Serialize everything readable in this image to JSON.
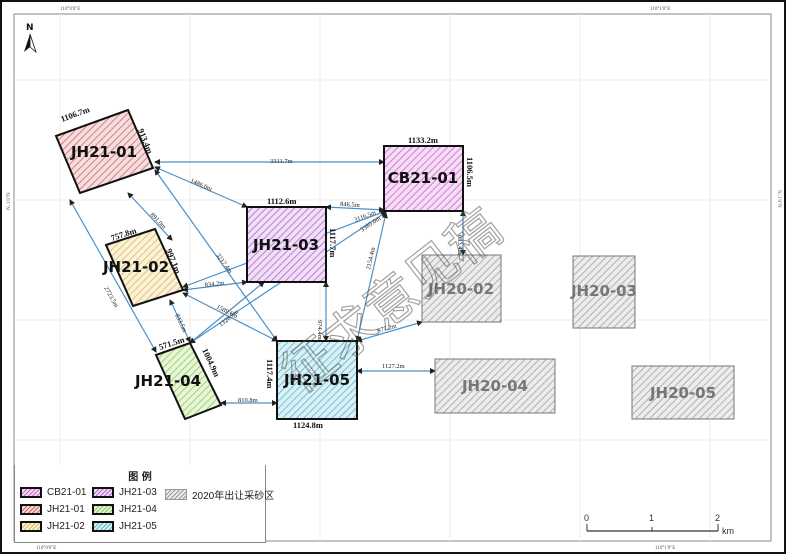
{
  "map": {
    "coord_labels": {
      "top_left": "110°0'0\"E",
      "top_right": "110°1'0\"E",
      "bottom_left": "110°0'0\"E",
      "bottom_right": "110°1'0\"E",
      "left": "N..1'0\"N",
      "right": "N..1'0\"N"
    },
    "north_label": "N",
    "watermark": "征求意见稿",
    "colors": {
      "CB21-01": "#e7a8e7",
      "JH21-01": "#e8a8a8",
      "JH21-02": "#f2dfa0",
      "JH21-03": "#d7a8ea",
      "JH21-04": "#c4eaa0",
      "JH21-05": "#a8dfea",
      "JH20": "#cccccc",
      "link": "#4a90c8"
    },
    "parcels": [
      {
        "id": "JH21-01",
        "label": "JH21-01",
        "top_dim": "1106.7m",
        "side_dim": "913.4m"
      },
      {
        "id": "JH21-02",
        "label": "JH21-02",
        "top_dim": "757.8m",
        "side_dim": "997.1m"
      },
      {
        "id": "JH21-03",
        "label": "JH21-03",
        "top_dim": "1112.6m",
        "side_dim": "1117.7m"
      },
      {
        "id": "JH21-04",
        "label": "JH21-04",
        "top_dim": "571.5m",
        "side_dim": "1004.9m"
      },
      {
        "id": "JH21-05",
        "label": "JH21-05",
        "bottom_dim": "1124.8m",
        "side_dim": "1117.4m"
      },
      {
        "id": "CB21-01",
        "label": "CB21-01",
        "top_dim": "1133.2m",
        "side_dim": "1106.5m"
      },
      {
        "id": "JH20-02",
        "label": "JH20-02"
      },
      {
        "id": "JH20-03",
        "label": "JH20-03"
      },
      {
        "id": "JH20-04",
        "label": "JH20-04"
      },
      {
        "id": "JH20-05",
        "label": "JH20-05"
      }
    ],
    "links": [
      {
        "from": "JH21-01",
        "to": "CB21-01",
        "distance": "3311.7m"
      },
      {
        "from": "JH21-01",
        "to": "JH21-03",
        "distance": "1486.0m"
      },
      {
        "from": "JH21-01",
        "to": "JH21-02",
        "distance": "891.0m"
      },
      {
        "from": "JH21-01",
        "to": "JH21-05",
        "distance": "3217.4m"
      },
      {
        "from": "JH21-01",
        "to": "JH21-04",
        "distance": "2723.5m"
      },
      {
        "from": "JH21-03",
        "to": "CB21-01",
        "distance": "846.5m"
      },
      {
        "from": "JH21-02",
        "to": "CB21-01",
        "distance": "3116.5m"
      },
      {
        "from": "JH21-04",
        "to": "CB21-01",
        "distance": "3389.0m"
      },
      {
        "from": "JH21-02",
        "to": "JH21-03",
        "distance": "834.2m"
      },
      {
        "from": "JH21-02",
        "to": "JH21-05",
        "distance": "1589.6m"
      },
      {
        "from": "JH21-02",
        "to": "JH21-04",
        "distance": "833.5m"
      },
      {
        "from": "JH21-04",
        "to": "JH21-03",
        "distance": "1328.7m"
      },
      {
        "from": "JH21-03",
        "to": "JH21-05",
        "distance": "974.4m"
      },
      {
        "from": "JH21-05",
        "to": "CB21-01",
        "distance": "2154.4m"
      },
      {
        "from": "CB21-01",
        "to": "JH20-02",
        "distance": "633.4m"
      },
      {
        "from": "JH21-05",
        "to": "JH20-02",
        "distance": "977.2m"
      },
      {
        "from": "JH21-05",
        "to": "JH20-04",
        "distance": "1127.2m"
      },
      {
        "from": "JH21-04",
        "to": "JH21-05",
        "distance": "810.8m"
      }
    ]
  },
  "legend": {
    "title": "图 例",
    "items": [
      {
        "label": "CB21-01",
        "color": "#e7a8e7"
      },
      {
        "label": "JH21-01",
        "color": "#e8a8a8"
      },
      {
        "label": "JH21-02",
        "color": "#f2dfa0"
      },
      {
        "label": "JH21-03",
        "color": "#d7a8ea"
      },
      {
        "label": "JH21-04",
        "color": "#c4eaa0"
      },
      {
        "label": "JH21-05",
        "color": "#a8dfea"
      },
      {
        "label": "2020年出让采砂区",
        "color": "#cccccc"
      }
    ]
  },
  "scale_bar": {
    "ticks": [
      "0",
      "1",
      "2"
    ],
    "unit": "km"
  }
}
